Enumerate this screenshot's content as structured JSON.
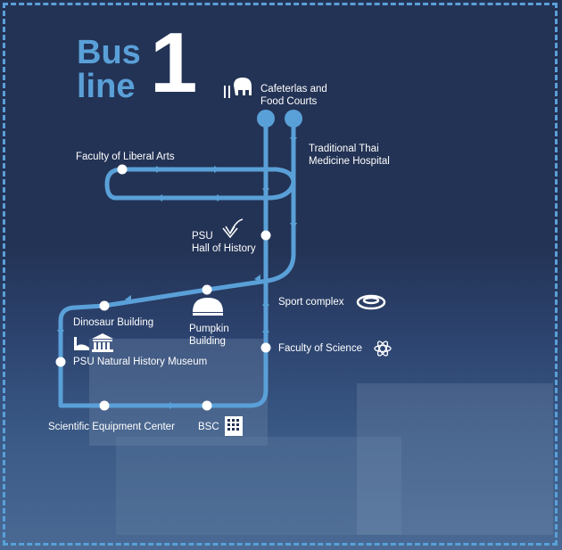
{
  "title": {
    "word1": "Bus",
    "word2": "line",
    "number": "1"
  },
  "colors": {
    "background": "#233355",
    "route": "#5aa0d8",
    "border": "#5aa0d8",
    "text": "#ffffff"
  },
  "stops": {
    "cafeterias": "Cafeterlas and",
    "cafeterias2": "Food Courts",
    "thai_med": "Traditional Thai",
    "thai_med2": "Medicine Hospital",
    "liberal_arts": "Faculty of Liberal Arts",
    "hall_history": "PSU",
    "hall_history2": "Hall of History",
    "sport": "Sport complex",
    "science": "Faculty of Science",
    "pumpkin": "Pumpkin",
    "pumpkin2": "Building",
    "dinosaur": "Dinosaur Building",
    "museum": "PSU Natural History Museum",
    "sci_equip": "Scientific Equipment Center",
    "bsc": "BSC"
  }
}
